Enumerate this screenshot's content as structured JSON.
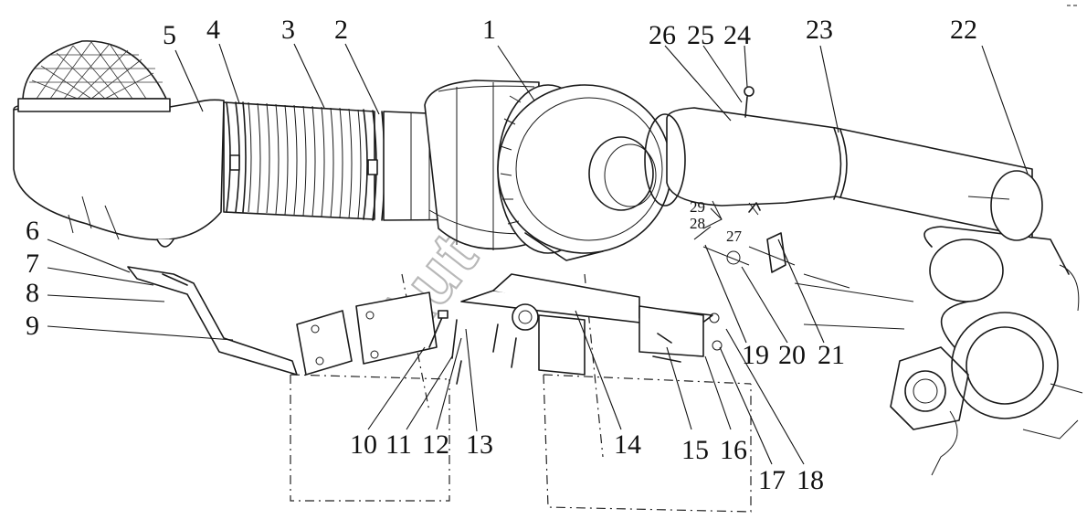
{
  "watermark": "AutoSoft",
  "callouts": [
    "1",
    "2",
    "3",
    "4",
    "5",
    "6",
    "7",
    "8",
    "9",
    "10",
    "11",
    "12",
    "13",
    "14",
    "15",
    "16",
    "17",
    "18",
    "19",
    "20",
    "21",
    "22",
    "23",
    "24",
    "25",
    "26",
    "27",
    "28",
    "29"
  ],
  "parts": {
    "air_filter": "1",
    "clamp_a": "2",
    "corrugated_hose": "3",
    "clamp_b": "4",
    "intake_pipe": "5",
    "bolt_6": "6",
    "bolt_7": "7",
    "bolt_8": "8",
    "support_bracket": "9",
    "mount_bracket": "14",
    "outlet_pipe": "22"
  }
}
